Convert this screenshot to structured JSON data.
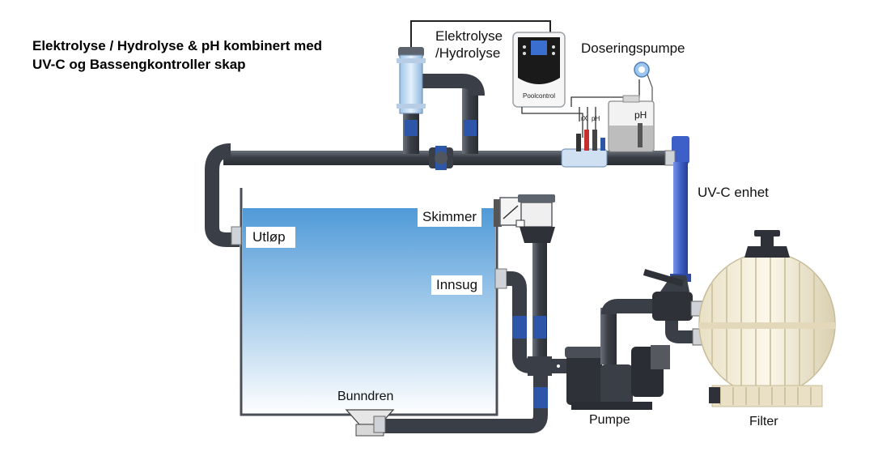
{
  "title": {
    "line1": "Elektrolyse / Hydrolyse & pH kombinert med",
    "line2": "UV-C og Bassengkontroller skap"
  },
  "labels": {
    "elektrolyse_line1": "Elektrolyse",
    "elektrolyse_line2": "/Hydrolyse",
    "doseringspumpe": "Doseringspumpe",
    "uvc": "UV-C enhet",
    "skimmer": "Skimmer",
    "utlop": "Utløp",
    "innsug": "Innsug",
    "bunndren": "Bunndren",
    "pumpe": "Pumpe",
    "filter": "Filter"
  },
  "device": {
    "brand": "Poolcontrol"
  },
  "tank": {
    "label": "pH"
  },
  "probes": {
    "rx": "rX",
    "ph": "pH"
  },
  "colors": {
    "pipe": "#4a4f57",
    "valve_blue": "#2d55a8",
    "water_top": "#4f9ad8",
    "water_bottom": "#ffffff",
    "uv_blue": "#3d5fc8"
  }
}
